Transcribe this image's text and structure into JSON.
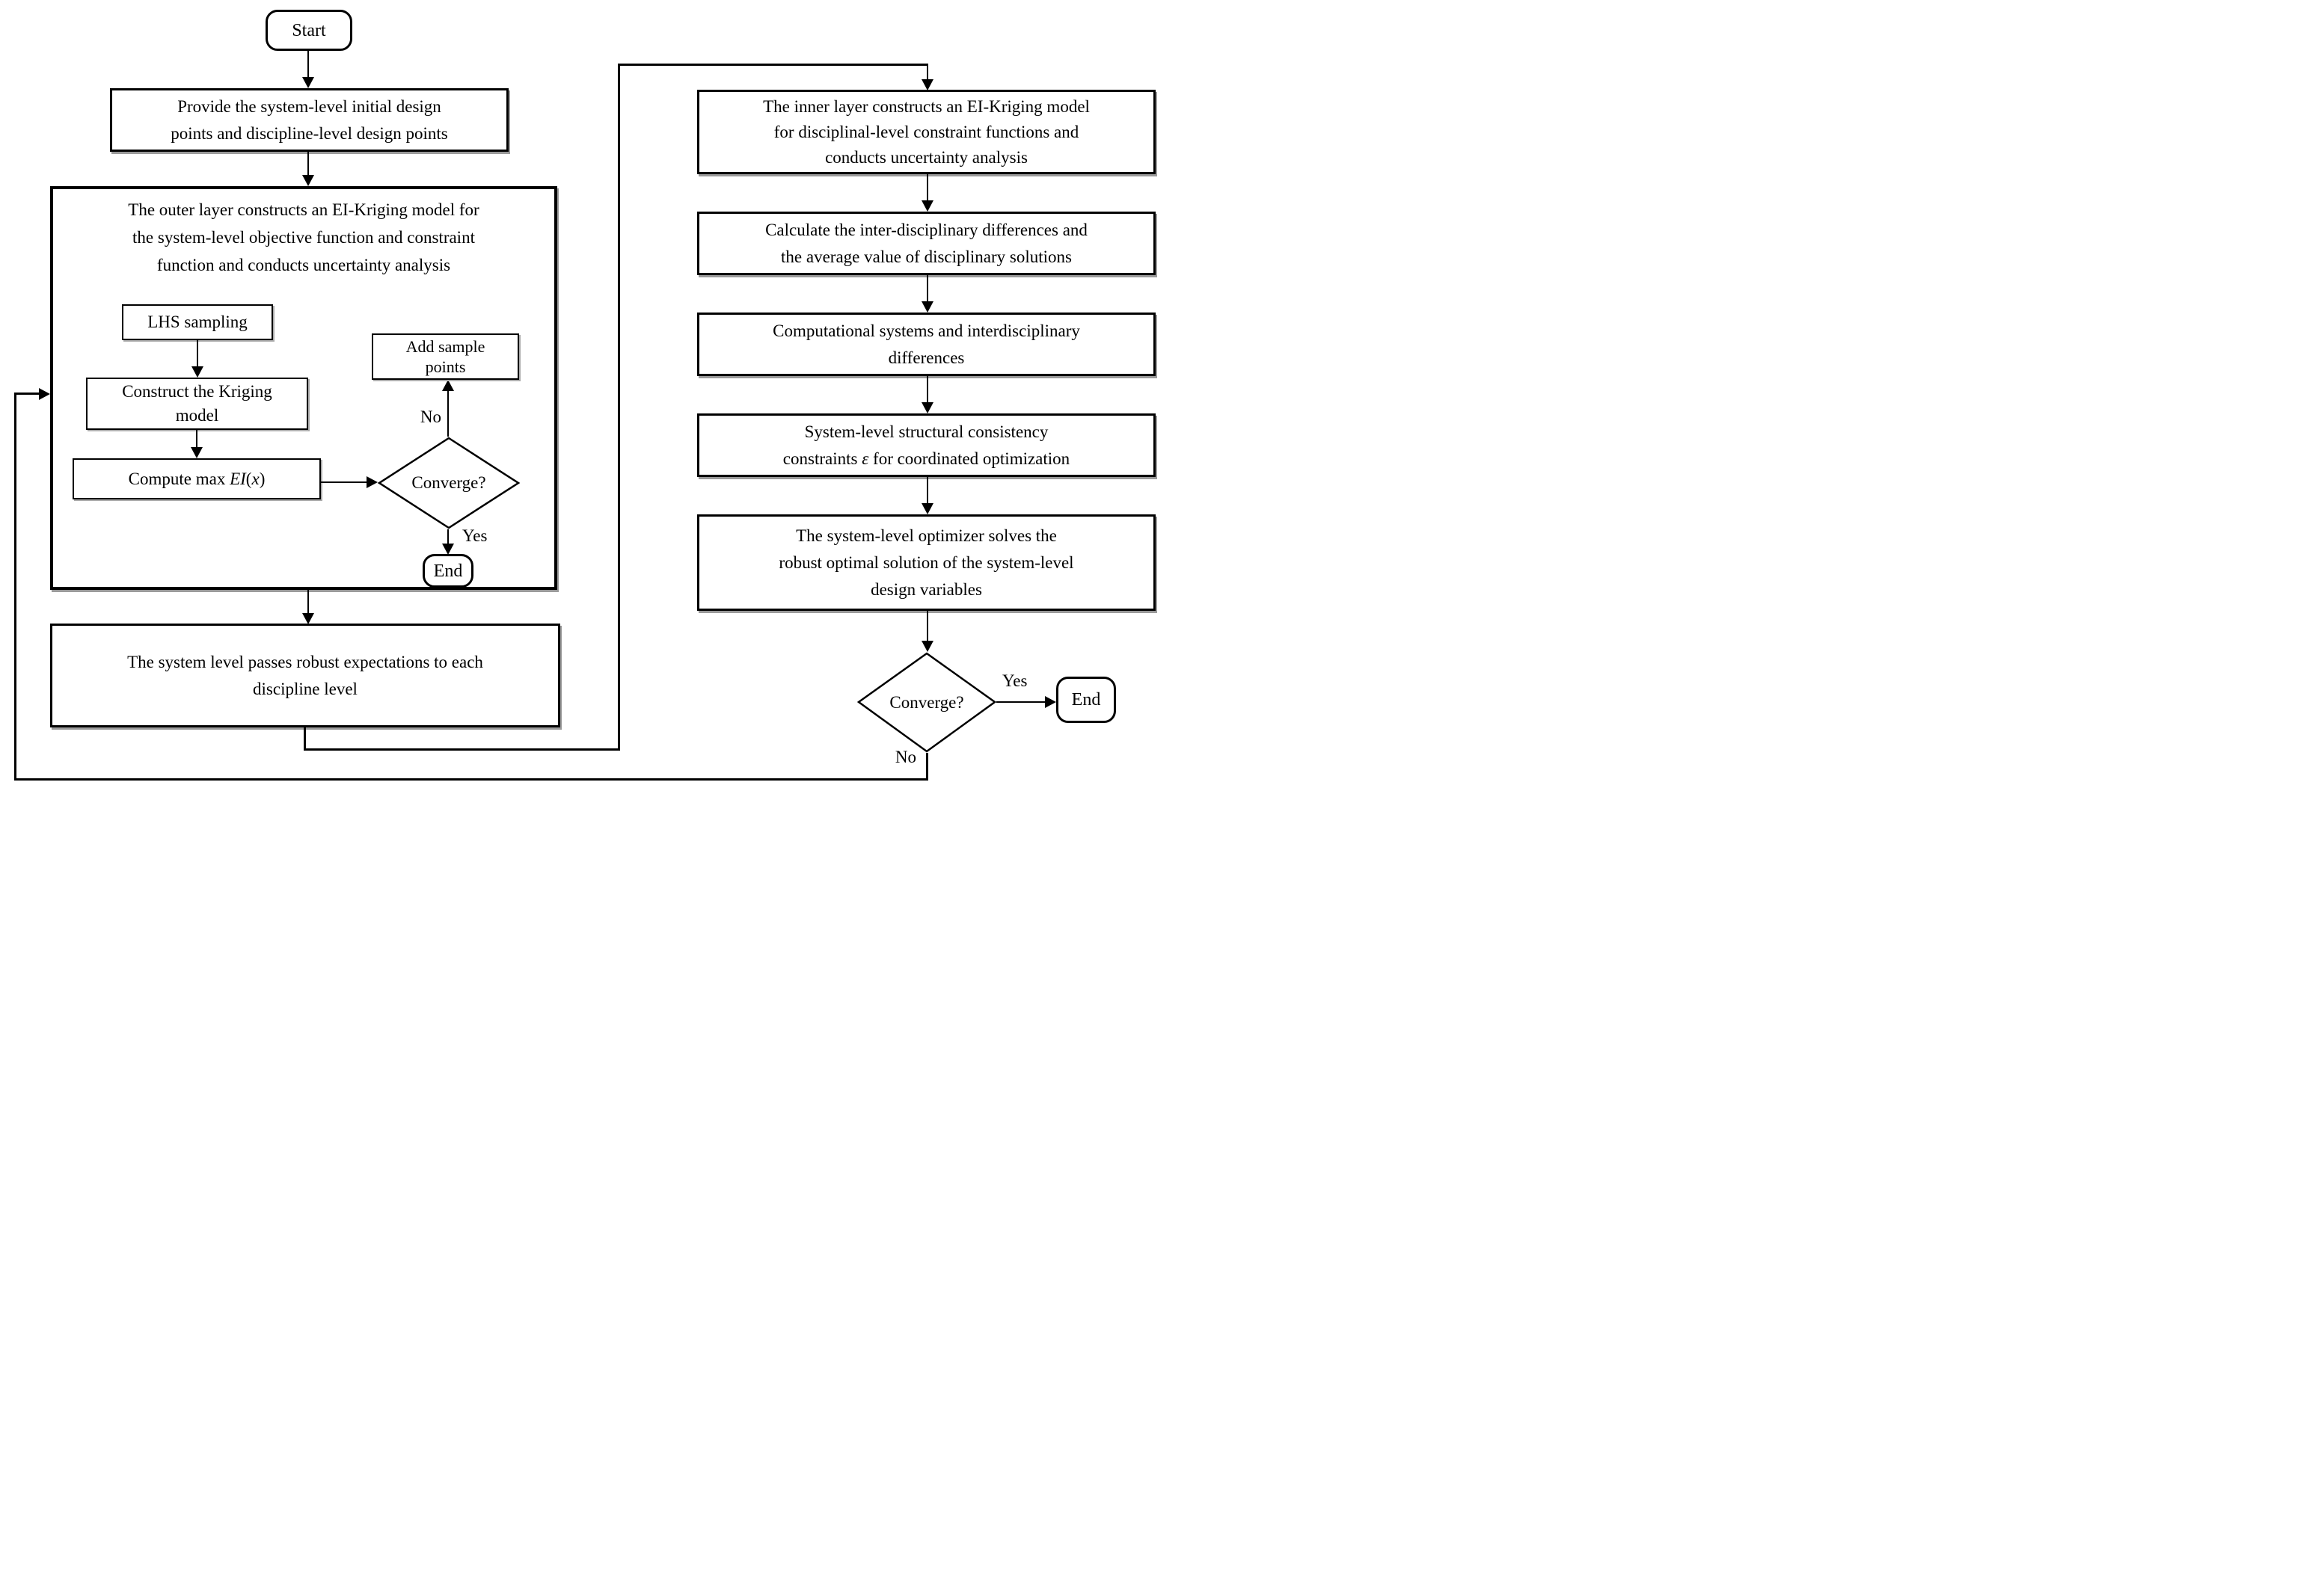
{
  "flowchart": {
    "colors": {
      "line": "#000000",
      "box_bg": "#ffffff",
      "page_bg": "#ffffff"
    },
    "left": {
      "start_label": "Start",
      "box_provide": {
        "line1": "Provide the system-level initial design",
        "line2": "points and discipline-level design points"
      },
      "outer_title": {
        "line1": "The outer layer constructs an EI-Kriging model for",
        "line2": "the system-level objective function and constraint",
        "line3": "function and conducts uncertainty analysis"
      },
      "box_lhs": "LHS sampling",
      "box_construct": {
        "line1": "Construct the Kriging",
        "line2": "model"
      },
      "box_compute": {
        "prefix": "Compute max ",
        "ei": "EI",
        "open": "(",
        "x": "x",
        "close": ")"
      },
      "decision": "Converge?",
      "no_label": "No",
      "yes_label": "Yes",
      "box_add": {
        "line1": "Add sample",
        "line2": "points"
      },
      "end_label": "End",
      "box_pass": {
        "line1": "The system level passes robust expectations to each",
        "line2": "discipline level"
      }
    },
    "right": {
      "box_inner": {
        "line1": "The inner layer constructs an EI-Kriging model",
        "line2": "for disciplinal-level constraint functions and",
        "line3": "conducts uncertainty analysis"
      },
      "box_calculate": {
        "line1": "Calculate the inter-disciplinary differences and",
        "line2": "the average value of disciplinary solutions"
      },
      "box_computational": {
        "line1": "Computational systems and interdisciplinary",
        "line2": "differences"
      },
      "box_constraints": {
        "line1": "System-level structural consistency",
        "line2_pre": "constraints ",
        "line2_epsilon": "ε",
        "line2_post": " for coordinated optimization"
      },
      "box_optimizer": {
        "line1": "The system-level optimizer solves the",
        "line2": "robust optimal solution of the system-level",
        "line3": "design variables"
      },
      "decision": "Converge?",
      "yes_label": "Yes",
      "no_label": "No",
      "end_label": "End"
    }
  }
}
